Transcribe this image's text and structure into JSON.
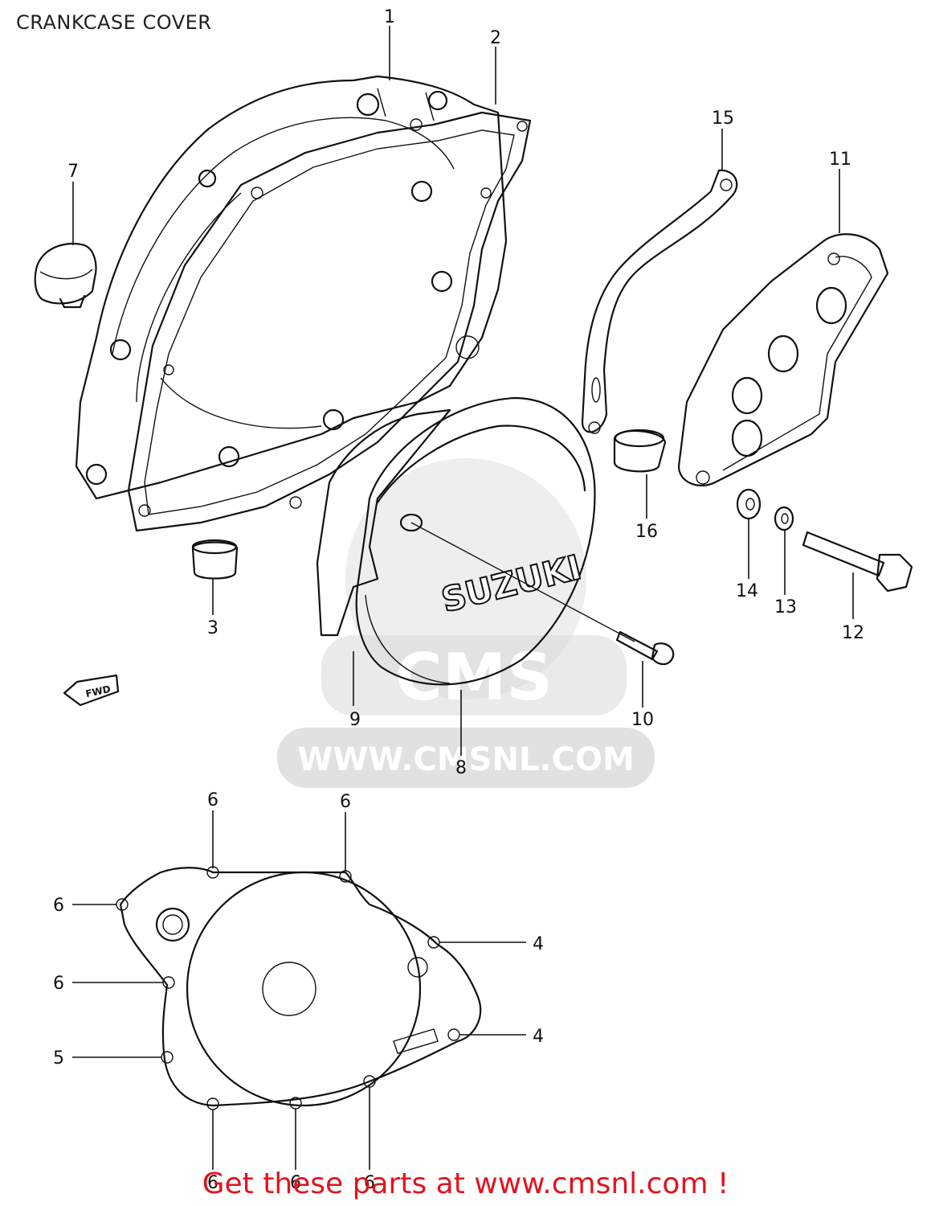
{
  "title": "CRANKCASE COVER",
  "footer": {
    "text": "Get these parts at www.cmsnl.com !",
    "color": "#e0141e"
  },
  "watermark": {
    "url": "WWW.CMSNL.COM",
    "logo": "CMS"
  },
  "brand_emblem": "SUZUKI",
  "direction_tag": "FWD",
  "callouts": {
    "c1": "1",
    "c2": "2",
    "c3": "3",
    "c7": "7",
    "c8": "8",
    "c9": "9",
    "c10": "10",
    "c11": "11",
    "c12": "12",
    "c13": "13",
    "c14": "14",
    "c15": "15",
    "c16": "16",
    "r4a": "4",
    "r4b": "4",
    "r5": "5",
    "r6a": "6",
    "r6b": "6",
    "r6c": "6",
    "r6d": "6",
    "r6e": "6",
    "r6f": "6",
    "r6g": "6"
  }
}
